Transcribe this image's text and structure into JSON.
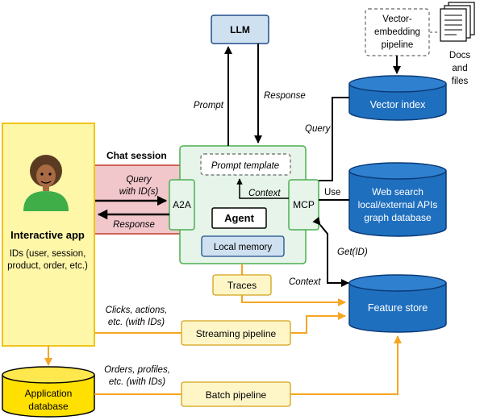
{
  "llm": {
    "label": "LLM"
  },
  "vector_pipeline": {
    "line1": "Vector-",
    "line2": "embedding",
    "line3": "pipeline"
  },
  "docs": {
    "line1": "Docs",
    "line2": "and",
    "line3": "files"
  },
  "vector_index": {
    "label": "Vector index"
  },
  "web_search": {
    "line1": "Web search",
    "line2": "local/external APIs",
    "line3": "graph database"
  },
  "feature_store": {
    "label": "Feature store"
  },
  "app_db": {
    "line1": "Application",
    "line2": "database"
  },
  "interactive_app": {
    "title": "Interactive app",
    "ids1": "IDs (user, session,",
    "ids2": "product, order, etc.)"
  },
  "chat_session": {
    "label": "Chat session"
  },
  "agent": {
    "prompt_template": "Prompt template",
    "a2a": "A2A",
    "mcp": "MCP",
    "title": "Agent",
    "memory": "Local memory",
    "context": "Context"
  },
  "traces": {
    "label": "Traces"
  },
  "streaming": {
    "label": "Streaming pipeline"
  },
  "batch": {
    "label": "Batch pipeline"
  },
  "edge_labels": {
    "prompt": "Prompt",
    "response_llm": "Response",
    "query": "Query",
    "use": "Use",
    "get_id": "Get(ID)",
    "context_fs": "Context",
    "query_with_ids_1": "Query",
    "query_with_ids_2": "with ID(s)",
    "response_app": "Response",
    "clicks1": "Clicks, actions,",
    "clicks2": "etc. (with IDs)",
    "orders1": "Orders, profiles,",
    "orders2": "etc. (with IDs)"
  },
  "colors": {
    "blue_cylinder": "#1f6fbf",
    "llm_box": "#cfe0f0",
    "app_yellow": "#fff7a8",
    "agent_green": "#e6f4ea",
    "chat_pink": "#f2c7cc",
    "pipeline_yellow": "#fff6c8",
    "orange_arrow": "#f5a623"
  }
}
